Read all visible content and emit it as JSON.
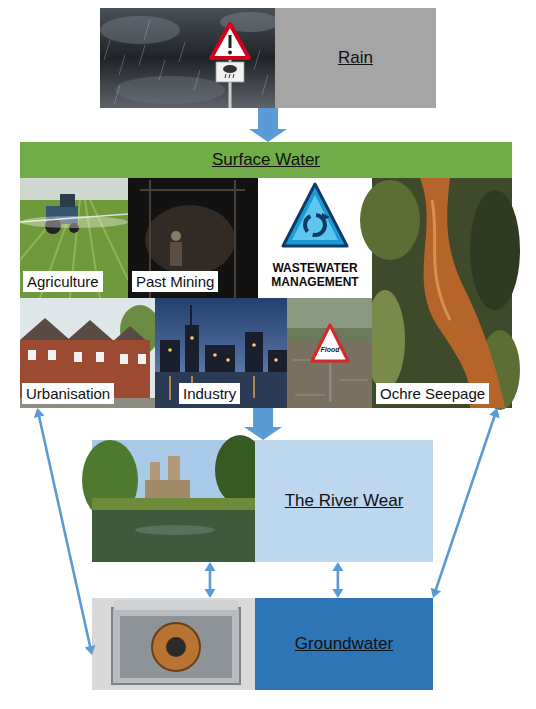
{
  "diagram": {
    "nodes": [
      {
        "text": [
          "Rain"
        ]
      },
      {
        "text": [
          "Surface Water"
        ]
      },
      {
        "text": [
          "Agriculture"
        ],
        "in": 1
      },
      {
        "text": [
          "Past Mining"
        ],
        "in": 1
      },
      {
        "text": [
          "WASTEWATER MANAGEMENT"
        ],
        "in": 1
      },
      {
        "text": [
          "Urbanisation"
        ],
        "in": 1
      },
      {
        "text": [
          "Industry"
        ],
        "in": 1
      },
      {
        "text": [
          "Flood"
        ],
        "in": 1
      },
      {
        "text": [
          "Ochre Seepage"
        ],
        "in": 1
      },
      {
        "text": [
          "The River Wear"
        ]
      },
      {
        "text": [
          "Groundwater"
        ]
      }
    ],
    "edges": [
      {
        "from": 0,
        "to": 1,
        "arrow": "to"
      },
      {
        "from": 1,
        "to": 9,
        "arrow": "to"
      },
      {
        "from": 9,
        "to": 10,
        "arrow": "both"
      },
      {
        "from": 9,
        "to": 10,
        "arrow": "both"
      },
      {
        "from": 1,
        "to": 10,
        "arrow": "both"
      },
      {
        "from": 1,
        "to": 10,
        "arrow": "both"
      }
    ]
  }
}
